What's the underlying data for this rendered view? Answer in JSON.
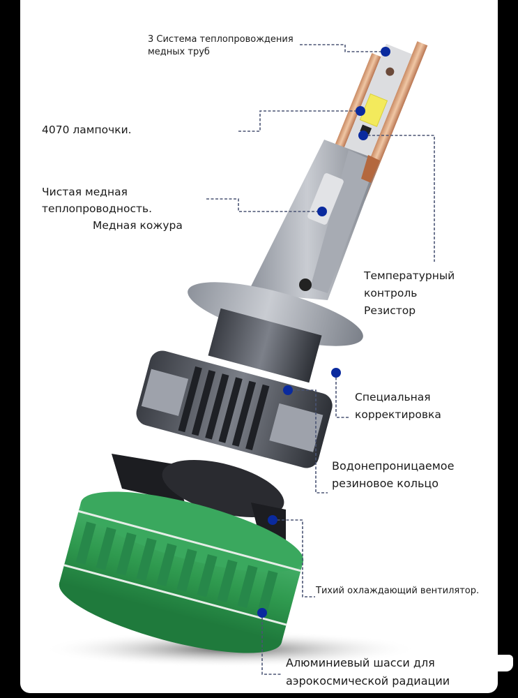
{
  "diagram": {
    "subject": "LED headlight bulb exploded view",
    "marker_color": "#0a2a9e",
    "leader_color": "#4a5474",
    "accent_green": "#2f9a4f",
    "copper_color": "#d9a27c",
    "callouts": [
      {
        "id": "copper-pipes",
        "lines": [
          "3 Система теплопровождения",
          "медных труб"
        ]
      },
      {
        "id": "led-chips",
        "lines": [
          "4070 лампочки."
        ]
      },
      {
        "id": "copper-shell",
        "lines": [
          "Чистая медная",
          "теплопроводность.",
          "Медная кожура"
        ]
      },
      {
        "id": "temp-resistor",
        "lines": [
          "Температурный",
          "контроль",
          "Резистор"
        ]
      },
      {
        "id": "special-adjust",
        "lines": [
          "Специальная",
          "корректировка"
        ]
      },
      {
        "id": "rubber-ring",
        "lines": [
          "Водонепроницаемое",
          "резиновое кольцо"
        ]
      },
      {
        "id": "cooling-fan",
        "lines": [
          "Тихий охлаждающий вентилятор."
        ]
      },
      {
        "id": "aluminum-chassis",
        "lines": [
          "Алюминиевый шасси для",
          "аэрокосмической радиации"
        ]
      }
    ]
  }
}
